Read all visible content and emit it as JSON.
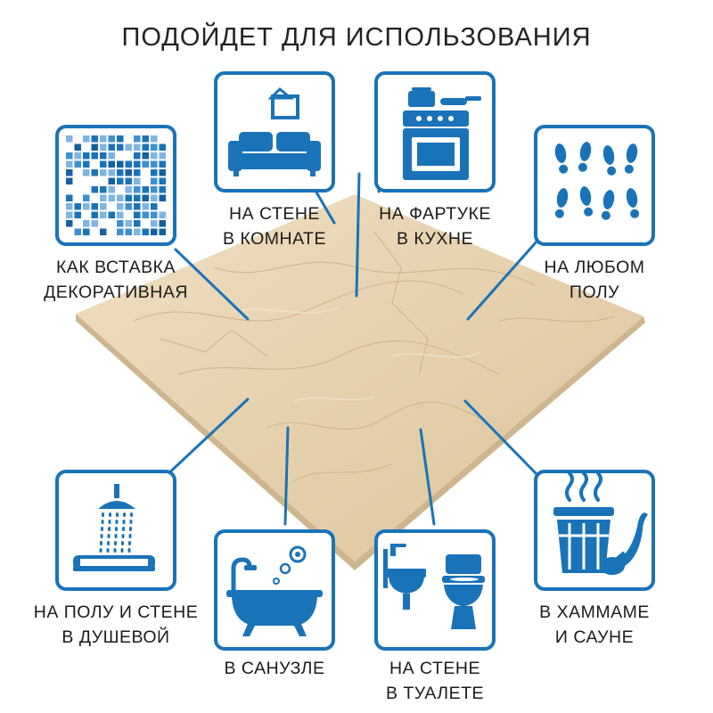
{
  "title": "ПОДОЙДЕТ ДЛЯ ИСПОЛЬЗОВАНИЯ",
  "colors": {
    "accent": "#1a73b8",
    "marble": "#e7d3b1",
    "text": "#1b1b1b"
  },
  "uses": [
    {
      "icon": "mosaic-icon",
      "line1": "КАК ВСТАВКА",
      "line2": "ДЕКОРАТИВНАЯ"
    },
    {
      "icon": "sofa-icon",
      "line1": "НА СТЕНЕ",
      "line2": "В КОМНАТЕ"
    },
    {
      "icon": "stove-icon",
      "line1": "НА ФАРТУКЕ",
      "line2": "В КУХНЕ"
    },
    {
      "icon": "footprints-icon",
      "line1": "НА ЛЮБОМ",
      "line2": "ПОЛУ"
    },
    {
      "icon": "shower-icon",
      "line1": "НА ПОЛУ И СТЕНЕ",
      "line2": "В ДУШЕВОЙ"
    },
    {
      "icon": "bathtub-icon",
      "line1": "В САНУЗЛЕ",
      "line2": ""
    },
    {
      "icon": "toilet-icon",
      "line1": "НА СТЕНЕ",
      "line2": "В ТУАЛЕТЕ"
    },
    {
      "icon": "sauna-bucket-icon",
      "line1": "В ХАММАМЕ",
      "line2": "И САУНЕ"
    }
  ]
}
